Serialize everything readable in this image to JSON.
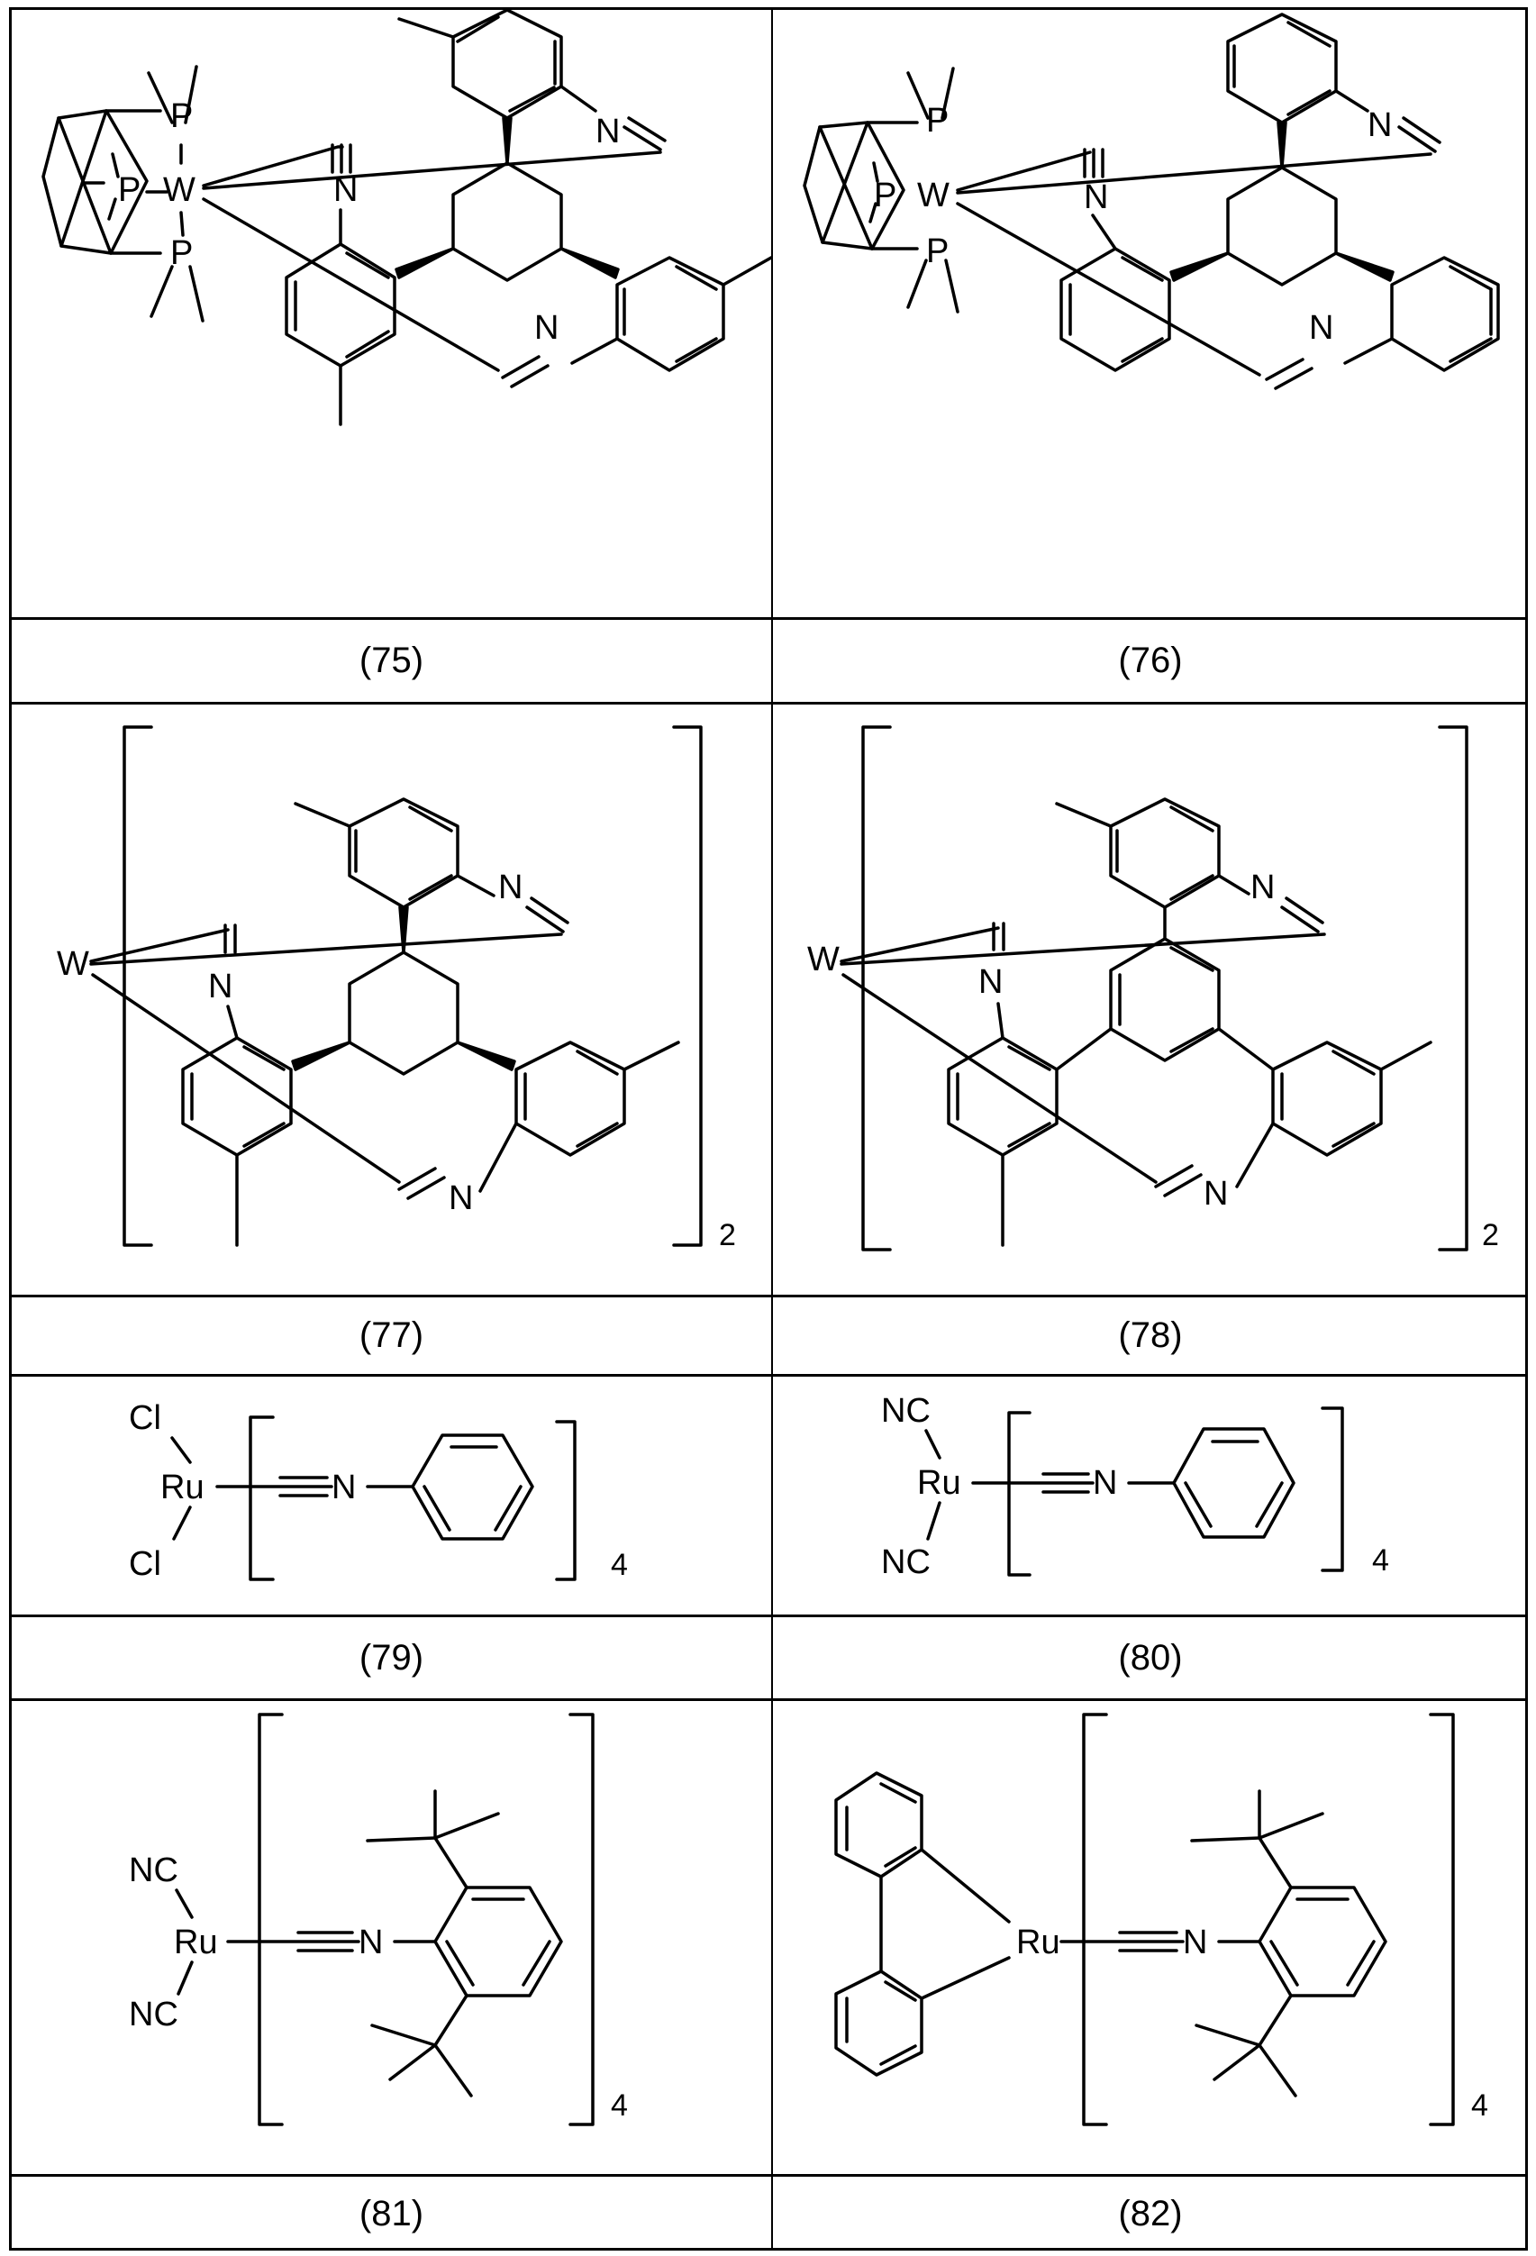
{
  "table": {
    "rows": [
      {
        "cells": [
          {
            "compound": "75",
            "label": "(75)",
            "metal": "W",
            "ligands": [
              "P",
              "P",
              "P"
            ],
            "atoms": [
              "N",
              "N",
              "N"
            ]
          },
          {
            "compound": "76",
            "label": "(76)",
            "metal": "W",
            "ligands": [
              "P",
              "P",
              "P"
            ],
            "atoms": [
              "N",
              "N",
              "N"
            ]
          }
        ]
      },
      {
        "cells": [
          {
            "compound": "77",
            "label": "(77)",
            "metal": "W",
            "atoms": [
              "N",
              "N",
              "N"
            ],
            "subscript": "2"
          },
          {
            "compound": "78",
            "label": "(78)",
            "metal": "W",
            "atoms": [
              "N",
              "N",
              "N"
            ],
            "subscript": "2"
          }
        ]
      },
      {
        "cells": [
          {
            "compound": "79",
            "label": "(79)",
            "metal": "Ru",
            "ligands": [
              "Cl",
              "Cl"
            ],
            "atoms": [
              "N"
            ],
            "subscript": "4"
          },
          {
            "compound": "80",
            "label": "(80)",
            "metal": "Ru",
            "ligands": [
              "NC",
              "NC"
            ],
            "atoms": [
              "N"
            ],
            "subscript": "4"
          }
        ]
      },
      {
        "cells": [
          {
            "compound": "81",
            "label": "(81)",
            "metal": "Ru",
            "ligands": [
              "NC",
              "NC"
            ],
            "atoms": [
              "N"
            ],
            "subscript": "4"
          },
          {
            "compound": "82",
            "label": "(82)",
            "metal": "Ru",
            "atoms": [
              "N"
            ],
            "subscript": "4"
          }
        ]
      }
    ]
  }
}
